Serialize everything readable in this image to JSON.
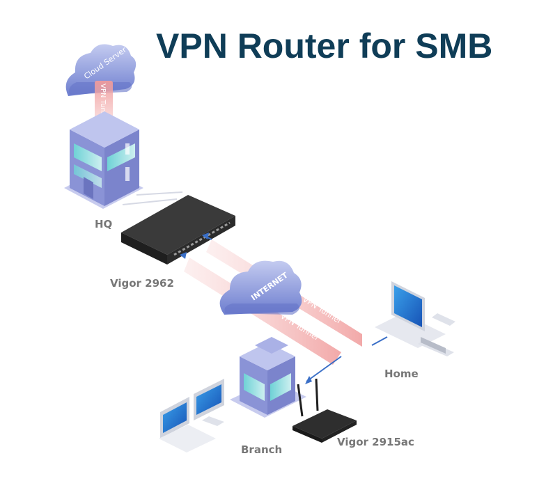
{
  "title": "VPN Router for SMB",
  "colors": {
    "title": "#0f3d57",
    "tunnel": "#f2a9a9",
    "cloud": "#7f8fd6",
    "cloud_light": "#b3bdec",
    "building": "#8e95d6",
    "link": "#3a6fc7",
    "router": "#2b2b2b"
  },
  "labels": {
    "hq": "HQ",
    "vigor_2962": "Vigor 2962",
    "home": "Home",
    "branch": "Branch",
    "vigor_2915ac": "Vigor 2915ac"
  },
  "clouds": {
    "cloud_server": "Cloud Server",
    "internet": "INTERNET"
  },
  "tunnels": {
    "hq_cloud": "VPN Tunnel",
    "home_hq": "VPN Tunnel",
    "branch_hq": "VPN Tunnel"
  }
}
